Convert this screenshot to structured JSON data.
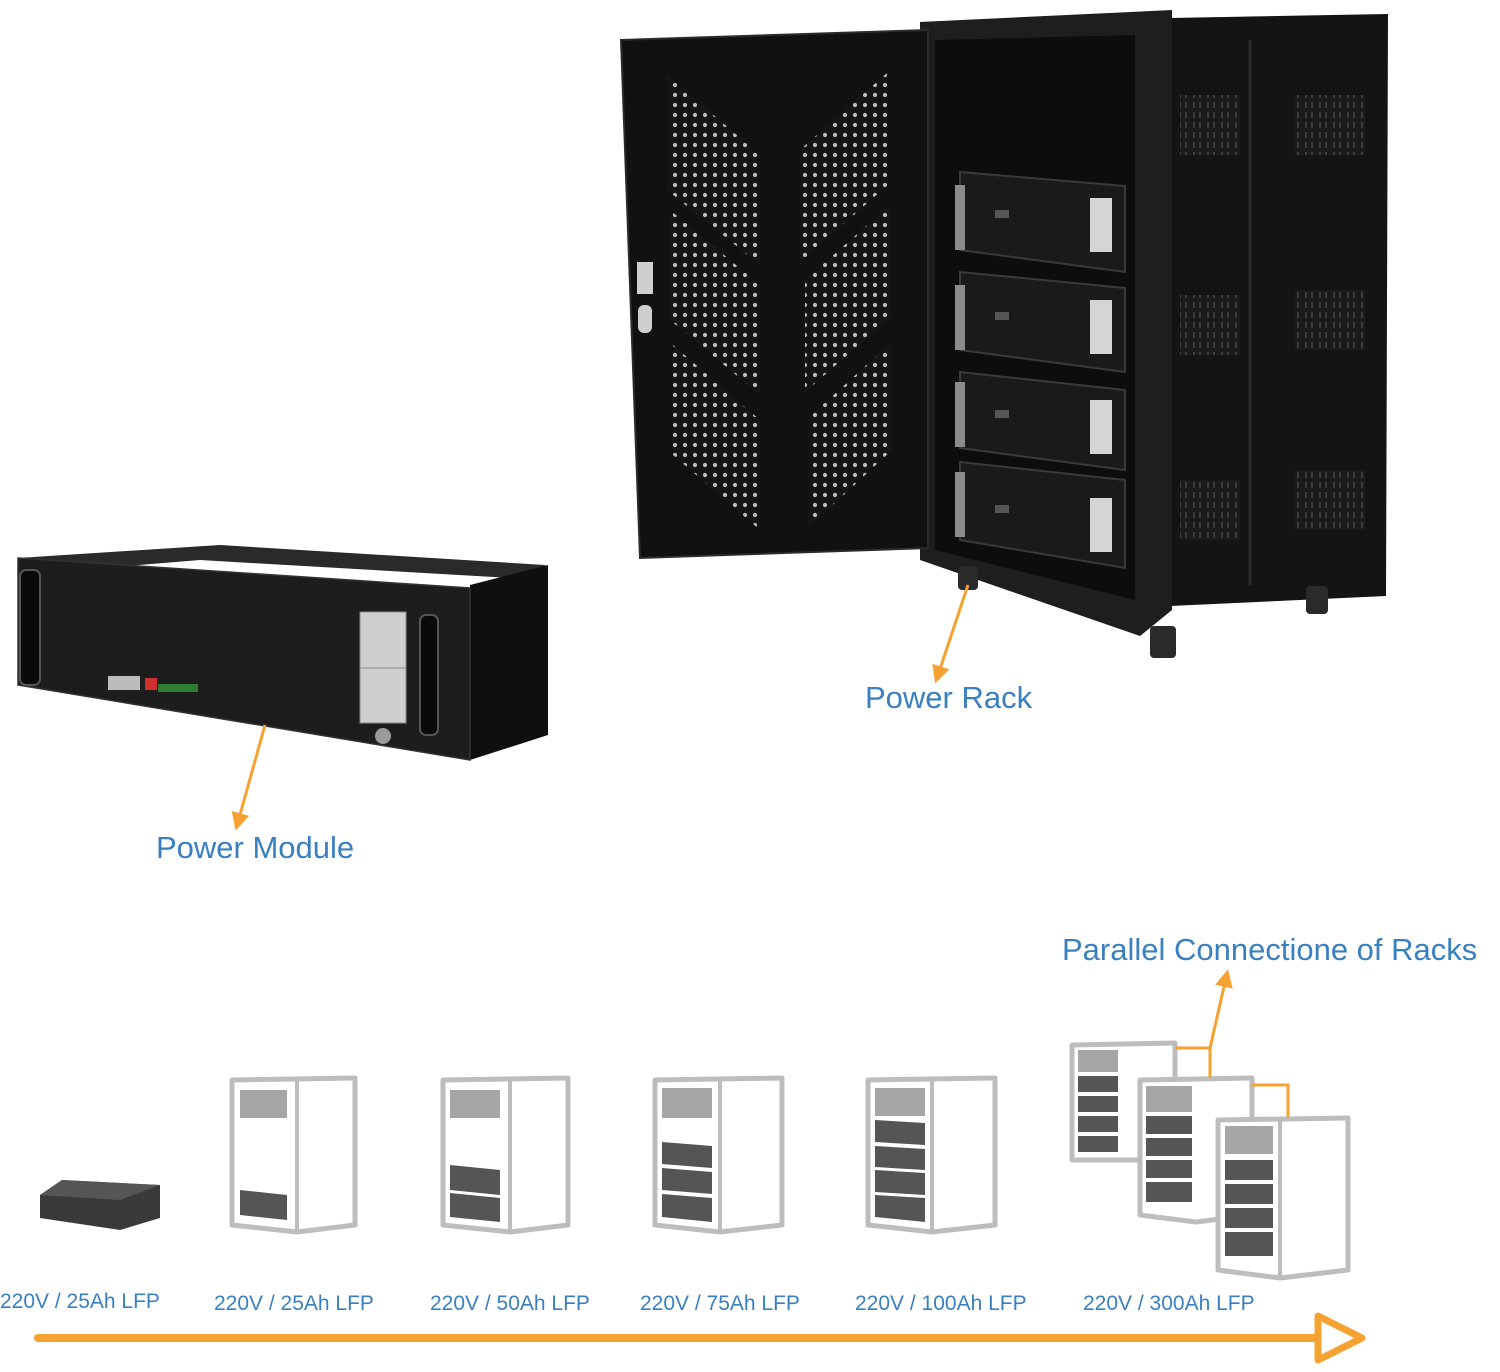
{
  "labels": {
    "power_rack": "Power Rack",
    "power_module": "Power Module",
    "parallel": "Parallel Connectione of Racks"
  },
  "steps": [
    "220V / 25Ah LFP",
    "220V / 25Ah LFP",
    "220V / 50Ah LFP",
    "220V / 75Ah LFP",
    "220V / 100Ah LFP",
    "220V / 300Ah LFP"
  ],
  "colors": {
    "accent": "#f5a233",
    "label": "#3a7fc0"
  }
}
